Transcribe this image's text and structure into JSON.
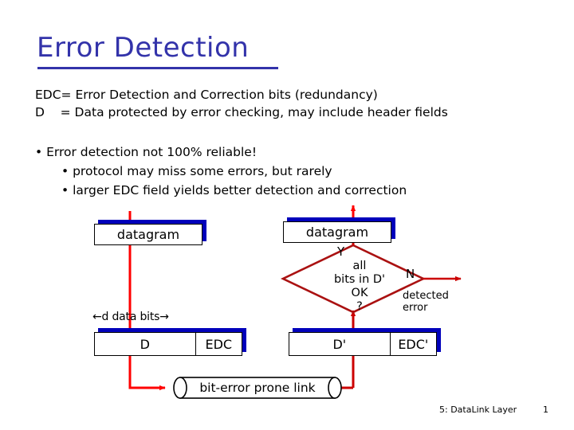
{
  "slide": {
    "title": "Error Detection",
    "legend": "EDC= Error Detection and Correction bits (redundancy)\nD    = Data protected by error checking, may include header fields",
    "bullets": [
      {
        "level": 1,
        "marker": "•",
        "text": "Error detection not 100% reliable!"
      },
      {
        "level": 2,
        "marker": "•",
        "text": "protocol may miss some errors, but rarely"
      },
      {
        "level": 2,
        "marker": "•",
        "text": "larger EDC field yields better detection and correction"
      }
    ]
  },
  "diagram": {
    "datagram_sender": "datagram",
    "datagram_receiver": "datagram",
    "d_data_bits_label": "←d data bits→",
    "sender_frame": {
      "data": "D",
      "check": "EDC"
    },
    "receiver_frame": {
      "data": "D'",
      "check": "EDC'"
    },
    "decision": {
      "line1": "all",
      "line2": "bits in D'",
      "line3": "OK",
      "line4": "?"
    },
    "branch_yes": "Y",
    "branch_no": "N",
    "error_outcome_line1": "detected",
    "error_outcome_line2": "error",
    "link": "bit-error prone link"
  },
  "footer": {
    "course": "5: DataLink Layer",
    "page": "1"
  },
  "colors": {
    "title": "#3333AA",
    "box_shadow": "#0000BB",
    "flow_red": "#FF0000",
    "decision_outline": "#AA1111",
    "text": "#000000"
  }
}
